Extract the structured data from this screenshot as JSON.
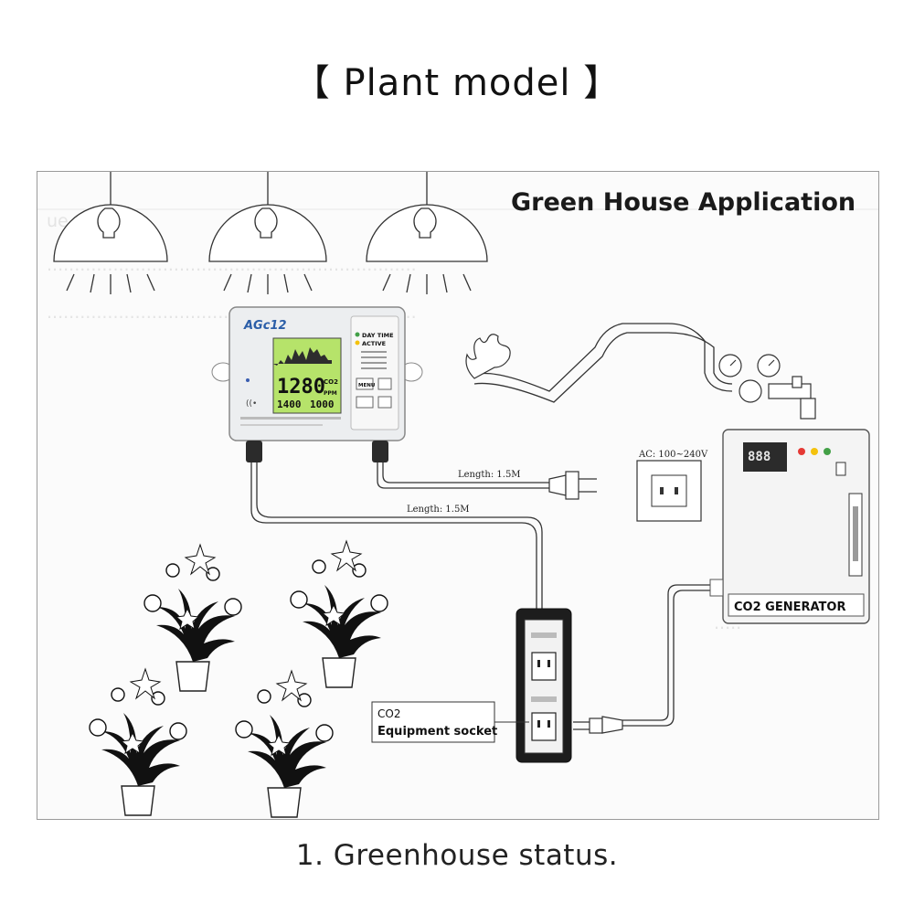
{
  "page": {
    "title": "【 Plant model 】",
    "caption": "1. Greenhouse status."
  },
  "diagram": {
    "heading": "Green House Application",
    "controller": {
      "model": "AGc12",
      "lcd_value": "1280",
      "lcd_unit_top": "CO2",
      "lcd_unit_bottom": "PPM",
      "lcd_low": "1400",
      "lcd_high": "1000",
      "status_day": "DAY TIME",
      "status_active": "ACTIVE",
      "btn_menu": "MENU"
    },
    "cable_length_power": "Length: 1.5M",
    "cable_length_socket": "Length: 1.5M",
    "outlet_label": "AC: 100~240V",
    "generator_label": "CO2 GENERATOR",
    "socket_label_line1": "CO2",
    "socket_label_line2": "Equipment socket",
    "colors": {
      "lcd_green": "#b6e36a",
      "led_red": "#e53935",
      "led_yellow": "#f4c20d",
      "led_green": "#43a047",
      "line": "#333333"
    }
  }
}
